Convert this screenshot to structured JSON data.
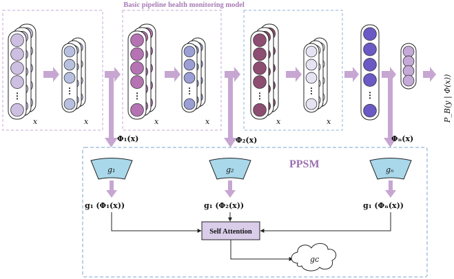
{
  "title": "Basic pipeline health monitoring model",
  "ppsm_label": "PPSM",
  "stage_var": "x",
  "tap_labels": {
    "t1": "Φ₁(x)",
    "t2": "Φ₂(x)",
    "tn": "Φₙ(x)"
  },
  "g_labels": {
    "g1": "g₁",
    "g2": "g₂",
    "gn": "gₙ"
  },
  "g_outputs": {
    "o1": "g₁ (Φ₁(x))",
    "o2": "g₁ (Φ₂(x))",
    "on": "g₁ (Φₙ(x))"
  },
  "self_attention_label": "Self Attention",
  "gc_label": "gᴄ",
  "output_label": "P_B(y | Φ(x))",
  "colors": {
    "block1_fill": "#cdbfe2",
    "block2_fill": "#b8c0e0",
    "block3_fill": "#b573b4",
    "block4_fill": "#9b9fd6",
    "block5_fill": "#8e4e72",
    "block6_fill": "#e6e3f2",
    "block7_fill": "#6b59c6",
    "block8_fill": "#c5a9d8",
    "arrow": "#c7a6d2",
    "g_fill": "#a9d8ea",
    "sa_fill": "#d9cde9"
  }
}
